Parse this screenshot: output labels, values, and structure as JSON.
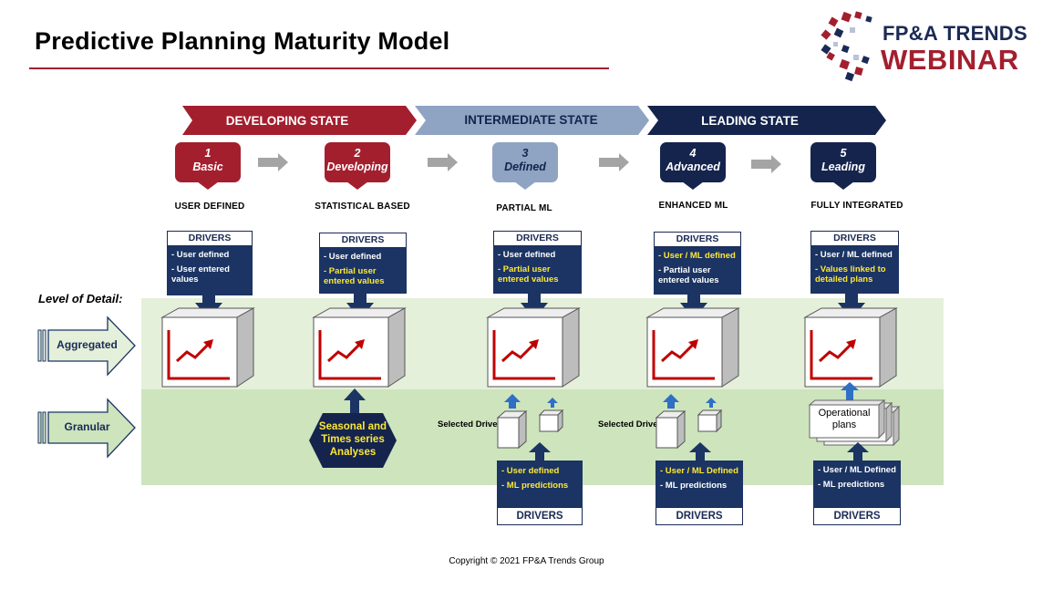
{
  "header": {
    "title": "Predictive Planning Maturity Model",
    "logo_top": "FP&A TRENDS",
    "logo_bottom": "WEBINAR"
  },
  "colors": {
    "developing": "#a31f2e",
    "intermediate": "#8fa3c2",
    "leading": "#14244d",
    "driver_box": "#1b3463",
    "highlight": "#ffe833",
    "band_aggregated": "#e4f0da",
    "band_granular": "#cde4bd"
  },
  "states": [
    {
      "label": "DEVELOPING STATE"
    },
    {
      "label": "INTERMEDIATE STATE"
    },
    {
      "label": "LEADING STATE"
    }
  ],
  "stages": [
    {
      "number": "1",
      "name": "Basic",
      "description": "USER DEFINED"
    },
    {
      "number": "2",
      "name": "Developing",
      "description": "STATISTICAL BASED"
    },
    {
      "number": "3",
      "name": "Defined",
      "description": "PARTIAL ML"
    },
    {
      "number": "4",
      "name": "Advanced",
      "description": "ENHANCED ML"
    },
    {
      "number": "5",
      "name": "Leading",
      "description": "FULLY INTEGRATED"
    }
  ],
  "drivers_label": "DRIVERS",
  "top_drivers": [
    [
      "- User defined",
      "- User entered values"
    ],
    [
      "- User defined",
      "- Partial user entered values"
    ],
    [
      "- User defined",
      "- Partial user entered values"
    ],
    [
      "- User / ML defined",
      "- Partial user entered values"
    ],
    [
      "- User / ML defined",
      "- Values linked to detailed plans"
    ]
  ],
  "bottom_drivers": [
    [
      "- User defined",
      "- ML predictions"
    ],
    [
      "- User / ML Defined",
      "- ML predictions"
    ],
    [
      "- User / ML Defined",
      "- ML predictions"
    ]
  ],
  "level_of_detail": {
    "title": "Level of Detail:",
    "aggregated": "Aggregated",
    "granular": "Granular"
  },
  "seasonal_analyses": "Seasonal and Times series Analyses",
  "selected_drivers": "Selected Drivers:",
  "operational_plans": "Operational plans",
  "copyright": "Copyright © 2021 FP&A Trends Group"
}
